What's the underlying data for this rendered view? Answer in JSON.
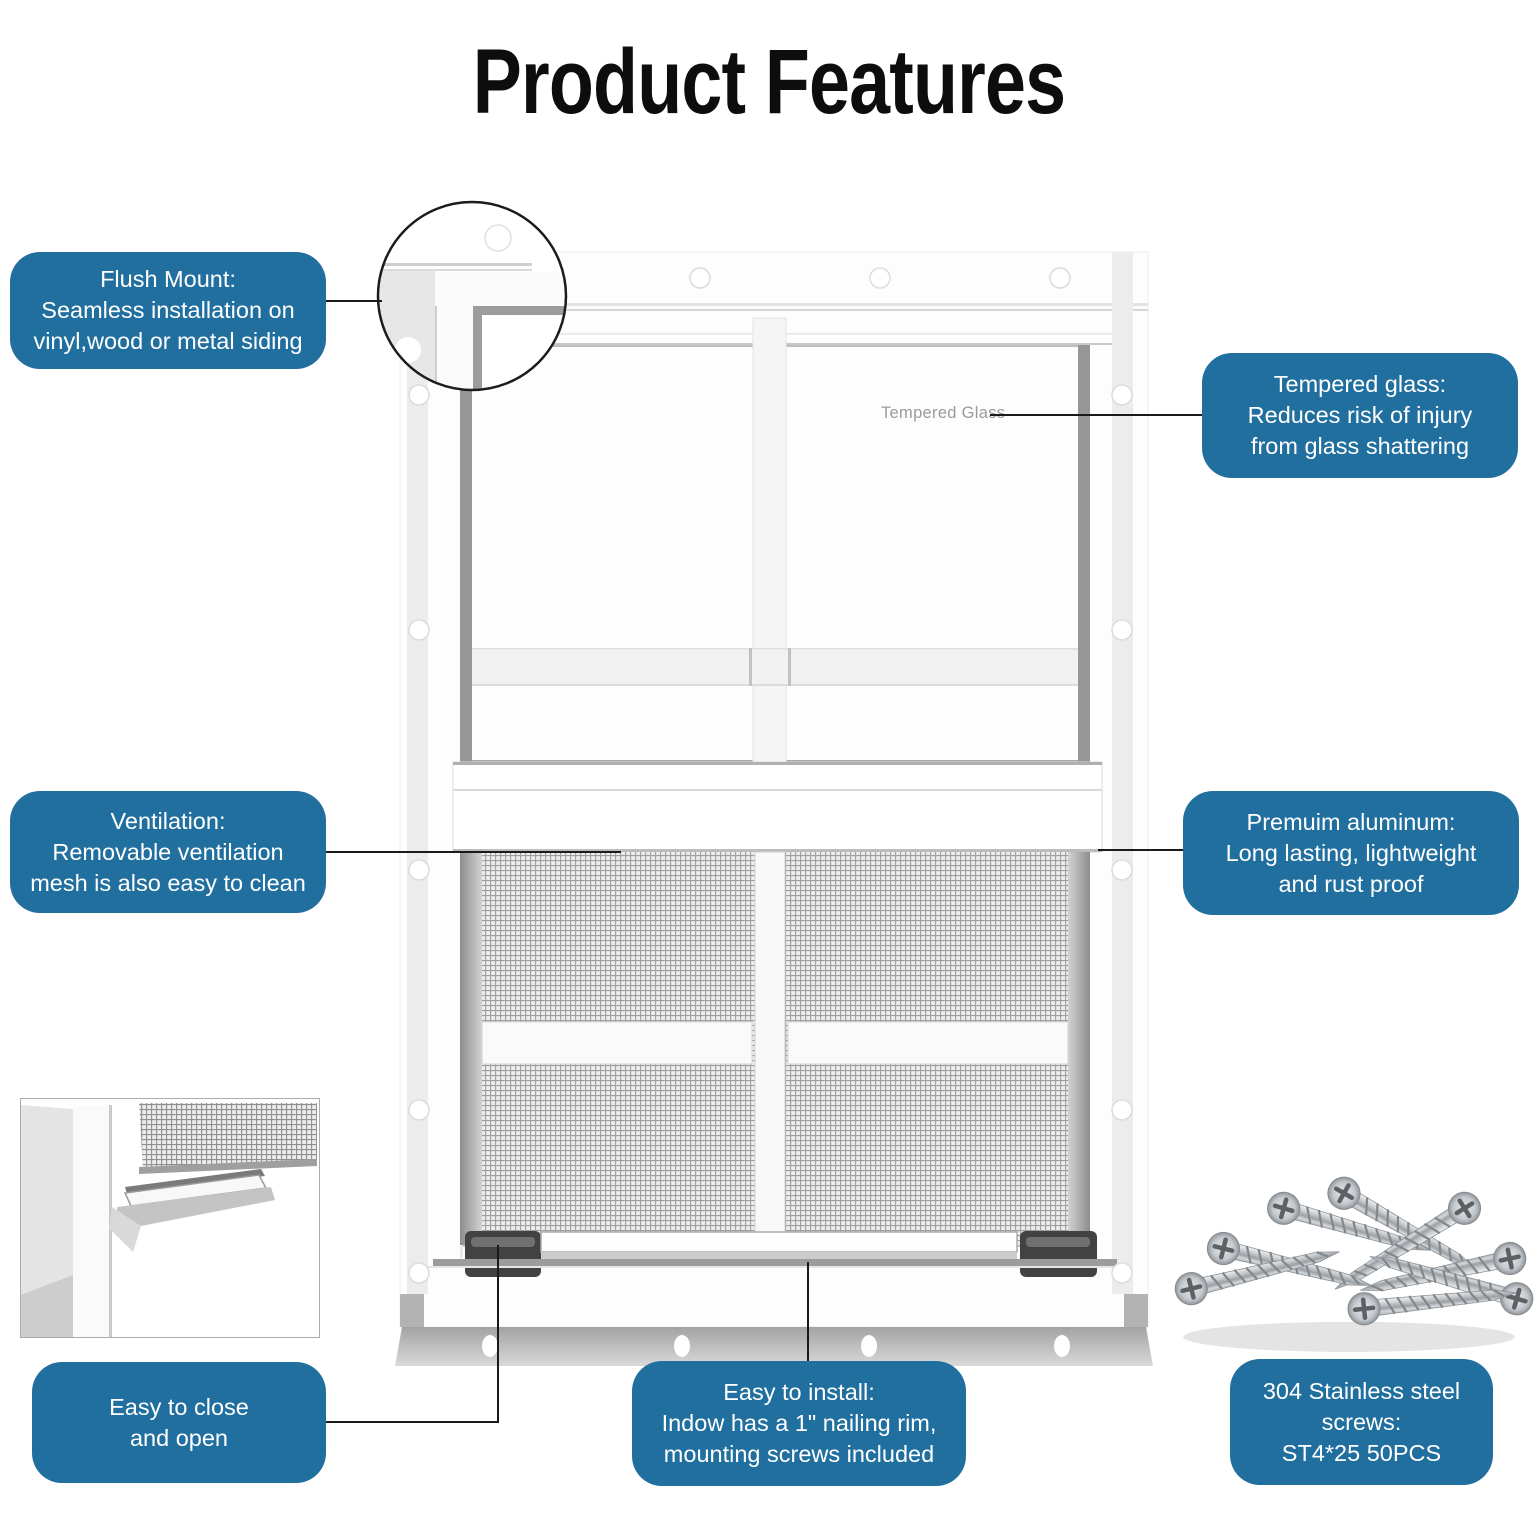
{
  "title": "Product Features",
  "colors": {
    "accent": "#216f9f",
    "connector": "#1a1a1a",
    "title_text": "#0d0d0d",
    "glass_label_text": "#9a9a9a"
  },
  "window": {
    "glass_label": "Tempered Glass"
  },
  "callouts": {
    "flush_mount": "Flush Mount:\nSeamless installation on\nvinyl,wood or metal siding",
    "tempered_glass": "Tempered glass:\nReduces risk of injury\nfrom glass shattering",
    "ventilation": "Ventilation:\nRemovable ventilation\nmesh is also easy to clean",
    "premium_aluminum": "Premuim aluminum:\nLong lasting, lightweight\nand rust proof",
    "easy_close": "Easy to close\nand open",
    "easy_install": "Easy to install:\nIndow has a 1\" nailing rim,\nmounting screws included",
    "screws": "304 Stainless steel\nscrews:\nST4*25 50PCS"
  }
}
